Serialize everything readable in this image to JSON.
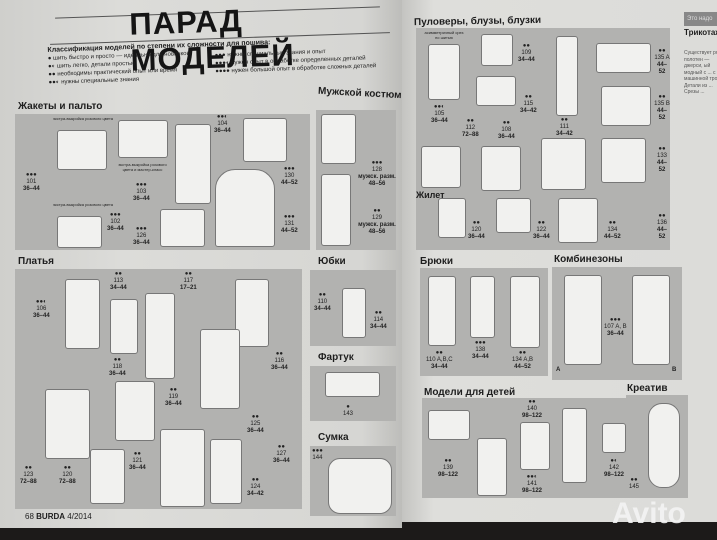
{
  "title": "ПАРАД МОДЕЛЕЙ",
  "legend": {
    "heading": "Классификация моделей по степени их сложности для пошива:",
    "items": [
      {
        "dots": "●",
        "text": "шить быстро и просто — идеально для новичков!"
      },
      {
        "dots": "●◐",
        "text": "шить легко, детали простые"
      },
      {
        "dots": "●●",
        "text": "необходимы практический опыт или время"
      },
      {
        "dots": "●●◐",
        "text": "нужны специальные знания"
      },
      {
        "dots": "●●●",
        "text": "нужны специальные знания и опыт"
      },
      {
        "dots": "●●●◐",
        "text": "нужен опыт в обработке определенных деталей"
      },
      {
        "dots": "●●●●",
        "text": "нужен большой опыт в обработке сложных деталей"
      }
    ]
  },
  "sections": {
    "jackets": {
      "title": "Жакеты и пальто",
      "models": [
        {
          "dots": "●●●",
          "num": "101",
          "size": "36–44"
        },
        {
          "dots": "●●●",
          "num": "103",
          "size": "36–44"
        },
        {
          "dots": "●●◐",
          "num": "104",
          "size": "36–44"
        },
        {
          "dots": "●●●",
          "num": "130",
          "size": "44–52"
        },
        {
          "dots": "●●●",
          "num": "102",
          "size": "36–44"
        },
        {
          "dots": "●●●",
          "num": "126",
          "size": "36–44"
        },
        {
          "dots": "●●●",
          "num": "131",
          "size": "44–52"
        }
      ],
      "notes": [
        "экстра-выкройка розового цвета",
        "экстра-выкройка розового цвета и мастер-класс",
        "экстра-выкройка розового цвета"
      ]
    },
    "mens": {
      "title": "Мужской костюм",
      "models": [
        {
          "dots": "●●●",
          "num": "128",
          "size": "мужск. разм. 48–56"
        },
        {
          "dots": "●●",
          "num": "129",
          "size": "мужск. разм. 48–56"
        }
      ]
    },
    "dresses": {
      "title": "Платья",
      "models": [
        {
          "dots": "●●◐",
          "num": "106",
          "size": "36–44"
        },
        {
          "dots": "●●",
          "num": "113",
          "size": "34–44"
        },
        {
          "dots": "●●",
          "num": "117",
          "size": "17–21"
        },
        {
          "dots": "●●",
          "num": "118",
          "size": "36–44"
        },
        {
          "dots": "●●",
          "num": "116",
          "size": "36–44"
        },
        {
          "dots": "●●",
          "num": "119",
          "size": "36–44"
        },
        {
          "dots": "●●",
          "num": "125",
          "size": "36–44"
        },
        {
          "dots": "●●",
          "num": "121",
          "size": "36–44"
        },
        {
          "dots": "●●",
          "num": "120",
          "size": "72–88"
        },
        {
          "dots": "●●",
          "num": "123",
          "size": "72–88"
        },
        {
          "dots": "●●",
          "num": "127",
          "size": "36–44"
        },
        {
          "dots": "●●",
          "num": "124",
          "size": "34–42"
        }
      ]
    },
    "skirts": {
      "title": "Юбки",
      "models": [
        {
          "dots": "●●",
          "num": "110",
          "size": "34–44"
        },
        {
          "dots": "●●",
          "num": "114",
          "size": "34–44"
        }
      ]
    },
    "apron": {
      "title": "Фартук",
      "models": [
        {
          "dots": "●",
          "num": "143"
        }
      ]
    },
    "bag": {
      "title": "Сумка",
      "models": [
        {
          "dots": "●●●",
          "num": "144"
        }
      ]
    },
    "tops": {
      "title": "Пуловеры, блузы, блузки",
      "note": "асимметричный срез по шитью",
      "models": [
        {
          "dots": "●●◐",
          "num": "105",
          "size": "36–44"
        },
        {
          "dots": "●●",
          "num": "109",
          "size": "34–44"
        },
        {
          "dots": "●●",
          "num": "111",
          "size": "34–42"
        },
        {
          "dots": "●●",
          "num": "115",
          "size": "34–42"
        },
        {
          "dots": "●●",
          "num": "135 A",
          "size": "44–52"
        },
        {
          "dots": "●●",
          "num": "135 B",
          "size": "44–52"
        },
        {
          "dots": "●●",
          "num": "112",
          "size": "72–88"
        },
        {
          "dots": "●●",
          "num": "108",
          "size": "36–44"
        },
        {
          "dots": "●●",
          "num": "133",
          "size": "44–52"
        },
        {
          "dots": "●●",
          "num": "136",
          "size": "44–52"
        }
      ]
    },
    "vest": {
      "title": "Жилет",
      "models": [
        {
          "dots": "●●",
          "num": "120",
          "size": "36–44"
        },
        {
          "dots": "●●",
          "num": "122",
          "size": "36–44"
        },
        {
          "dots": "●●",
          "num": "134",
          "size": "44–52"
        }
      ]
    },
    "trousers": {
      "title": "Брюки",
      "models": [
        {
          "dots": "●●",
          "num": "110 A,B,C",
          "size": "34–44"
        },
        {
          "dots": "●●●",
          "num": "138",
          "size": "34–44"
        },
        {
          "dots": "●●",
          "num": "134 A,B",
          "size": "44–52"
        }
      ]
    },
    "jumpsuits": {
      "title": "Комбинезоны",
      "variants": [
        "A",
        "B"
      ],
      "models": [
        {
          "dots": "●●●",
          "num": "107 A, B",
          "size": "36–44"
        }
      ]
    },
    "kids": {
      "title": "Модели для детей",
      "models": [
        {
          "dots": "●●",
          "num": "139",
          "size": "98–122"
        },
        {
          "dots": "●●",
          "num": "140",
          "size": "98–122"
        },
        {
          "dots": "●●◐",
          "num": "141",
          "size": "98–122"
        },
        {
          "dots": "●◐",
          "num": "142",
          "size": "98–122"
        }
      ]
    },
    "creative": {
      "title": "Креатив",
      "models": [
        {
          "dots": "●●",
          "num": "145"
        }
      ]
    }
  },
  "sidebar": {
    "tag": "Это надо",
    "heading": "Трикотажные полотна",
    "body": "Существует ряд полотен — джерси, ый модный с ... с машинной тро... Детали из ... Срезы ..."
  },
  "footer": {
    "page": "68",
    "brand": "BURDA",
    "issue": "4/2014"
  },
  "watermark": "Avito"
}
